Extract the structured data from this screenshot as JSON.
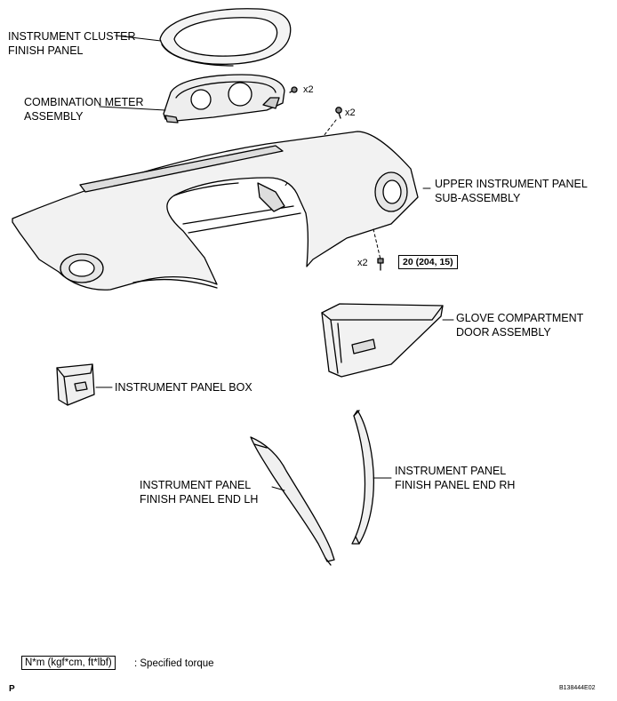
{
  "labels": {
    "cluster_finish_panel": [
      "INSTRUMENT CLUSTER",
      "FINISH PANEL"
    ],
    "combination_meter": [
      "COMBINATION METER",
      "ASSEMBLY"
    ],
    "upper_panel": [
      "UPPER INSTRUMENT PANEL",
      "SUB-ASSEMBLY"
    ],
    "glove_door": [
      "GLOVE COMPARTMENT",
      "DOOR ASSEMBLY"
    ],
    "panel_box": [
      "INSTRUMENT PANEL BOX"
    ],
    "end_lh": [
      "INSTRUMENT PANEL",
      "FINISH PANEL END LH"
    ],
    "end_rh": [
      "INSTRUMENT PANEL",
      "FINISH PANEL END RH"
    ]
  },
  "quantities": {
    "meter_screws": "x2",
    "upper_screws": "x2",
    "lower_bolts": "x2"
  },
  "torque_spec": "20 (204, 15)",
  "legend": {
    "unit_box": "N*m (kgf*cm, ft*lbf)",
    "text": ": Specified torque"
  },
  "footer": {
    "left_mark": "P",
    "figure_code": "B138444E02"
  }
}
